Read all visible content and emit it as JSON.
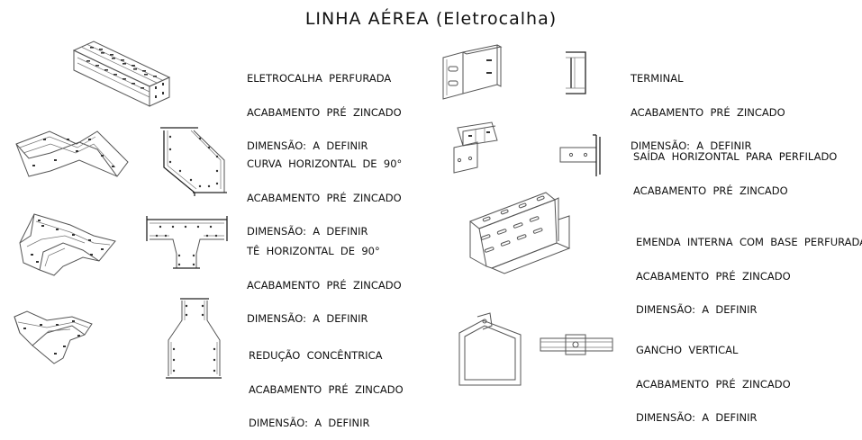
{
  "title": "LINHA AÉREA   (Eletrocalha)",
  "items": [
    {
      "lines": [
        "ELETROCALHA  PERFURADA",
        "ACABAMENTO  PRÉ  ZINCADO",
        "DIMENSÃO:  A  DEFINIR"
      ]
    },
    {
      "lines": [
        "CURVA  HORIZONTAL  DE  90°",
        "ACABAMENTO  PRÉ  ZINCADO",
        "DIMENSÃO:  A  DEFINIR"
      ]
    },
    {
      "lines": [
        "TÊ  HORIZONTAL  DE  90°",
        "ACABAMENTO  PRÉ  ZINCADO",
        "DIMENSÃO:  A  DEFINIR"
      ]
    },
    {
      "lines": [
        "REDUÇÃO  CONCÊNTRICA",
        "ACABAMENTO  PRÉ  ZINCADO",
        "DIMENSÃO:  A  DEFINIR"
      ]
    },
    {
      "lines": [
        "TERMINAL",
        "ACABAMENTO  PRÉ  ZINCADO",
        "DIMENSÃO:  A  DEFINIR"
      ]
    },
    {
      "lines": [
        "SAÍDA  HORIZONTAL  PARA  PERFILADO",
        "ACABAMENTO  PRÉ  ZINCADO"
      ]
    },
    {
      "lines": [
        "EMENDA  INTERNA  COM  BASE  PERFURADA",
        "ACABAMENTO  PRÉ  ZINCADO",
        "DIMENSÃO:  A  DEFINIR"
      ]
    },
    {
      "lines": [
        "GANCHO  VERTICAL",
        "ACABAMENTO  PRÉ  ZINCADO",
        "DIMENSÃO:  A  DEFINIR"
      ]
    }
  ]
}
